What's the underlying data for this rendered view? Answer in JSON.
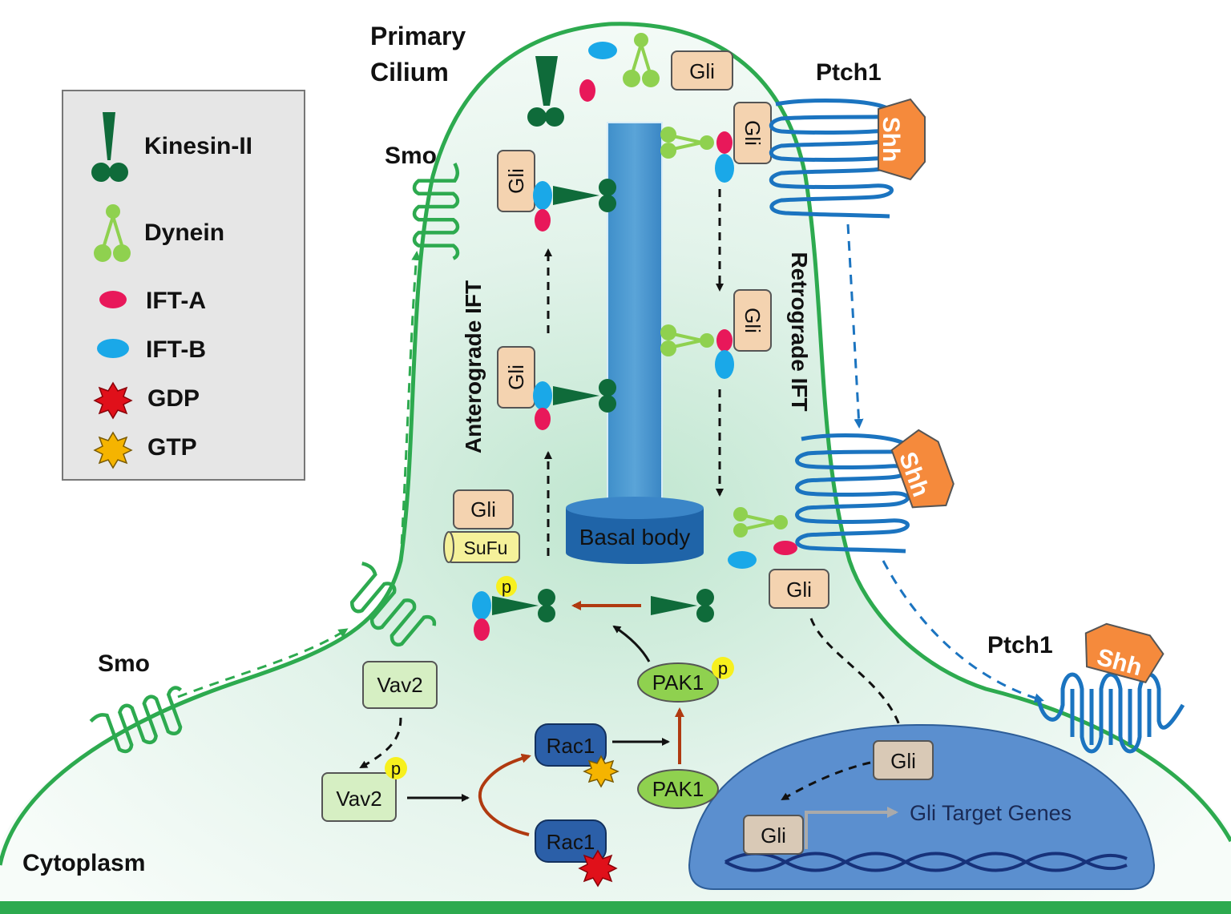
{
  "labels": {
    "primary_cilium": [
      "Primary",
      "Cilium"
    ],
    "cytoplasm": "Cytoplasm",
    "basal_body": "Basal body",
    "anterograde": "Anterograde IFT",
    "retrograde": "Retrograde IFT",
    "smo": "Smo",
    "ptch1": "Ptch1",
    "shh": "Shh",
    "gli": "Gli",
    "sufu": "SuFu",
    "vav2": "Vav2",
    "rac1": "Rac1",
    "pak1": "PAK1",
    "p": "p",
    "gli_target_genes": "Gli Target Genes"
  },
  "legend": {
    "items": [
      {
        "icon": "kinesin-ii-icon",
        "label": "Kinesin-II"
      },
      {
        "icon": "dynein-icon",
        "label": "Dynein"
      },
      {
        "icon": "ift-a-icon",
        "label": "IFT-A"
      },
      {
        "icon": "ift-b-icon",
        "label": "IFT-B"
      },
      {
        "icon": "gdp-star-icon",
        "label": "GDP"
      },
      {
        "icon": "gtp-star-icon",
        "label": "GTP"
      }
    ]
  },
  "colors": {
    "membrane": "#2daa4f",
    "cytoplasm_glow": "#d6efe2",
    "kinesin": "#0f6b3a",
    "dynein": "#8fd14f",
    "ift_a": "#e8185a",
    "ift_b": "#1aa8e8",
    "gdp": "#e0101a",
    "gtp": "#f5b400",
    "ptch1": "#1b74c0",
    "shh": "#f58a3c",
    "gli_box": "#f4d3b0",
    "nucleus": "#5b8fcf",
    "basal_body": "#2f7ec2",
    "axoneme": "#4b9ad0",
    "rac1": "#2b5fa8",
    "pak1": "#8fd14f",
    "phospho": "#f7f01e",
    "arrow_red": "#b03a10"
  }
}
